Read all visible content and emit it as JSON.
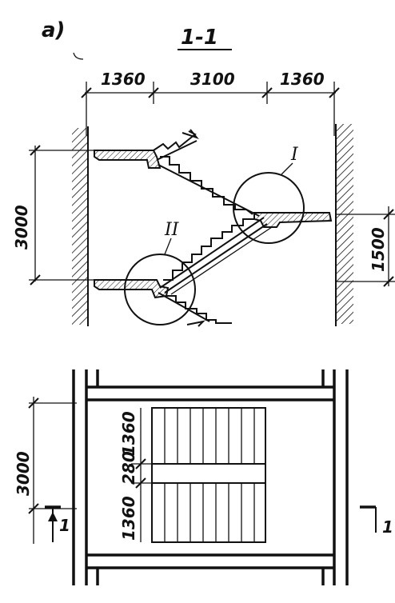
{
  "labels": {
    "fig": "a)",
    "section_title": "1-1",
    "top_dims": [
      "1360",
      "3100",
      "1360"
    ],
    "left_height": "3000",
    "right_height": "1500",
    "detail_one": "I",
    "detail_two": "II",
    "plan_height": "3000",
    "plan_dims": [
      "1360",
      "280",
      "1360"
    ],
    "cut_left": "1",
    "cut_right": "1"
  }
}
